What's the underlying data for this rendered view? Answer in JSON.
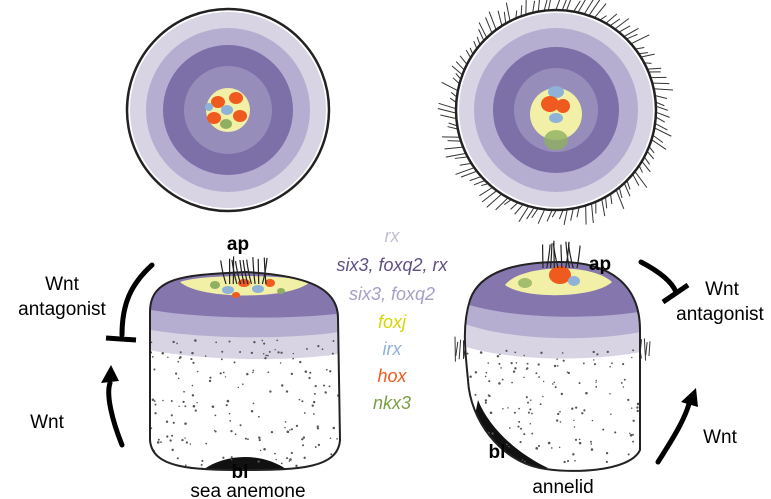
{
  "labels": {
    "ap_left": "ap",
    "ap_right": "ap",
    "bl_left": "bl",
    "bl_right": "bl",
    "species_left": "sea anemone",
    "species_right": "annelid",
    "wnt_antagonist_left_line1": "Wnt",
    "wnt_antagonist_left_line2": "antagonist",
    "wnt_antagonist_right_line1": "Wnt",
    "wnt_antagonist_right_line2": "antagonist",
    "wnt_left": "Wnt",
    "wnt_right": "Wnt"
  },
  "legend": [
    {
      "text": "rx",
      "color": "#c2bfd4"
    },
    {
      "text": "six3, foxq2, rx",
      "color": "#5f4f86"
    },
    {
      "text": "six3, foxq2",
      "color": "#a79fc7"
    },
    {
      "text": "foxj",
      "color": "#d9d400"
    },
    {
      "text": "irx",
      "color": "#8fb2d8"
    },
    {
      "text": "hox",
      "color": "#ef5a1e"
    },
    {
      "text": "nkx3",
      "color": "#78a043"
    }
  ],
  "colors": {
    "outer_ring": "#d8d4e4",
    "light_purple": "#b6aed0",
    "mid_purple": "#978dbb",
    "dark_purple": "#7d6fa8",
    "yellow": "#f2f0a6",
    "blue": "#8fb2d8",
    "orange": "#ef5a1e",
    "green": "#8fb060",
    "outline": "#222222",
    "speckle": "#555555"
  }
}
